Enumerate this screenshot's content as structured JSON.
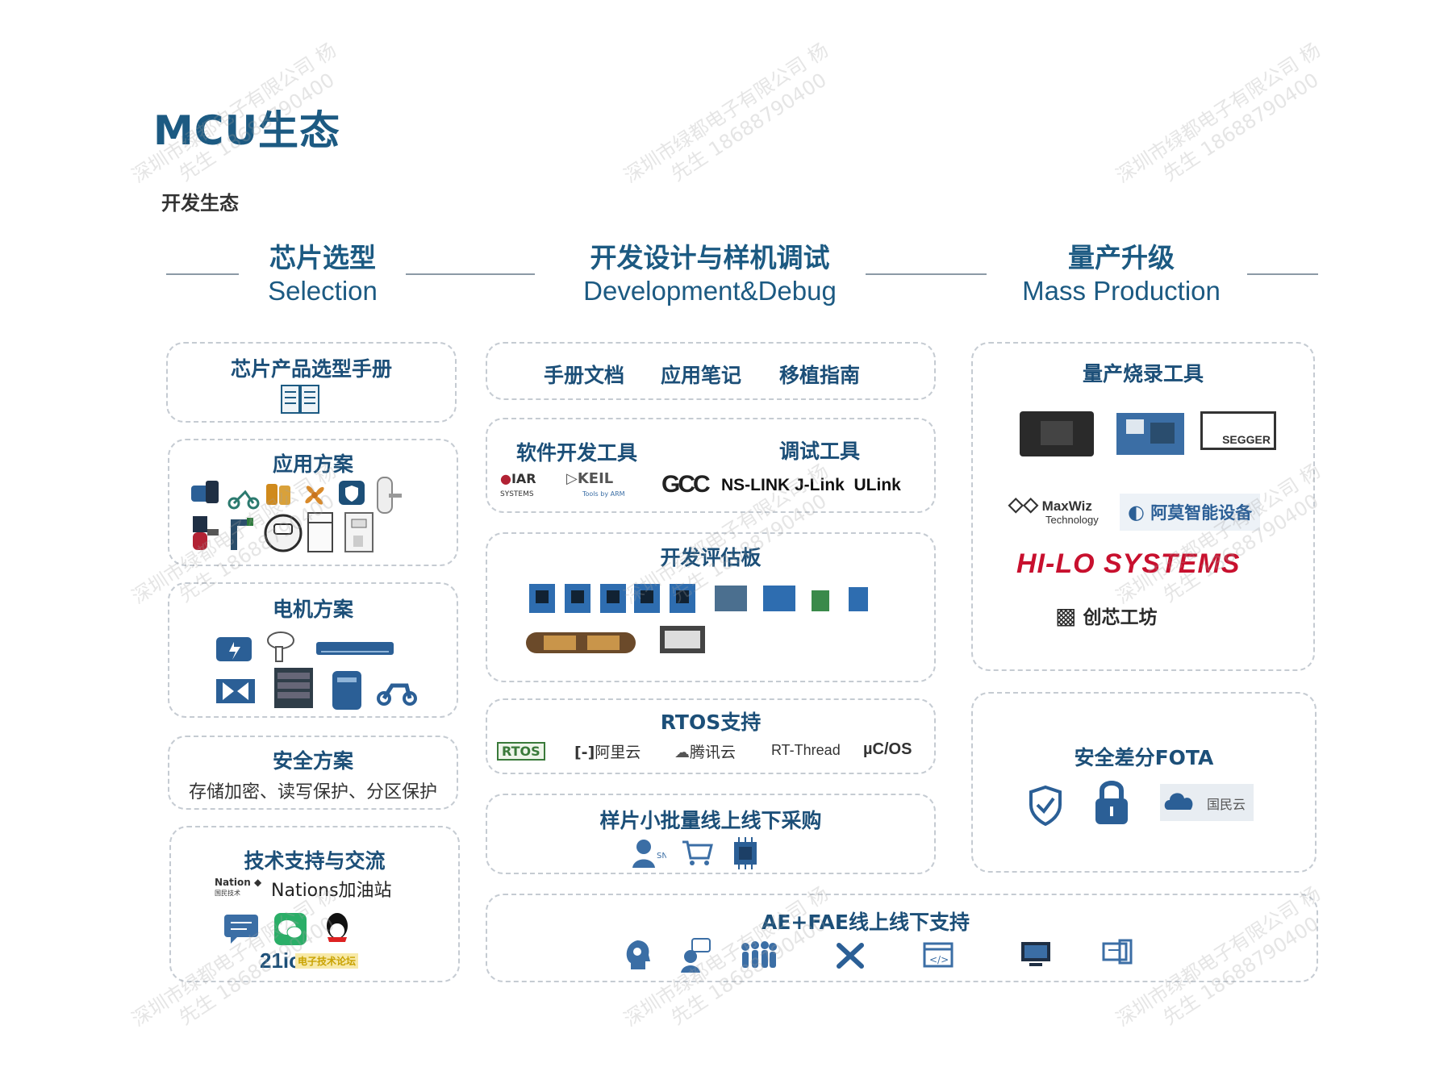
{
  "page": {
    "title": "MCU生态",
    "subtitle": "开发生态"
  },
  "columns": [
    {
      "cn": "芯片选型",
      "en": "Selection"
    },
    {
      "cn": "开发设计与样机调试",
      "en": "Development&Debug"
    },
    {
      "cn": "量产升级",
      "en": "Mass Production"
    }
  ],
  "selection": {
    "manual": {
      "title": "芯片产品选型手册",
      "icon": "book-icon"
    },
    "app": {
      "title": "应用方案"
    },
    "motor": {
      "title": "电机方案"
    },
    "security": {
      "title": "安全方案",
      "desc": "存储加密、读写保护、分区保护"
    },
    "support": {
      "title": "技术支持与交流",
      "nation_logo": "Nation",
      "nation_logo_sub": "国民技术",
      "forum": "Nations加油站",
      "site_21ic": "21ic",
      "site_21ic_label": "电子技术论坛"
    }
  },
  "development": {
    "docs": {
      "items": [
        "手册文档",
        "应用笔记",
        "移植指南"
      ]
    },
    "tools": {
      "software_title": "软件开发工具",
      "debug_title": "调试工具",
      "iar": "IAR",
      "iar_sub": "SYSTEMS",
      "keil": "KEIL",
      "keil_sub": "Tools by ARM",
      "gcc": "GCC",
      "debuggers": "NS-LINK J-Link  ULink"
    },
    "boards": {
      "title": "开发评估板"
    },
    "rtos": {
      "title": "RTOS支持",
      "logos": [
        "RTOS",
        "阿里云",
        "腾讯云",
        "RT-Thread",
        "µC/OS"
      ]
    },
    "purchase": {
      "title": "样片小批量线上线下采购"
    },
    "ae": {
      "title": "AE+FAE线上线下支持"
    }
  },
  "production": {
    "burn": {
      "title": "量产烧录工具",
      "segger": "SEGGER",
      "maxwiz": "MaxWiz",
      "maxwiz_sub": "Technology",
      "aying": "阿莫智能设备",
      "hilo": "HI-LO SYSTEMS",
      "chuangxin": "创芯工坊"
    },
    "fota": {
      "title": "安全差分FOTA",
      "cloud_text": "国民云"
    }
  },
  "watermark": {
    "line1": "深圳市绿都电子有限公司 杨",
    "line2": "先生 18688790400"
  },
  "colors": {
    "primary": "#1c5a82",
    "board_blue": "#2e6db0",
    "border": "#c5cbd2",
    "hilo_red": "#c8102e"
  }
}
